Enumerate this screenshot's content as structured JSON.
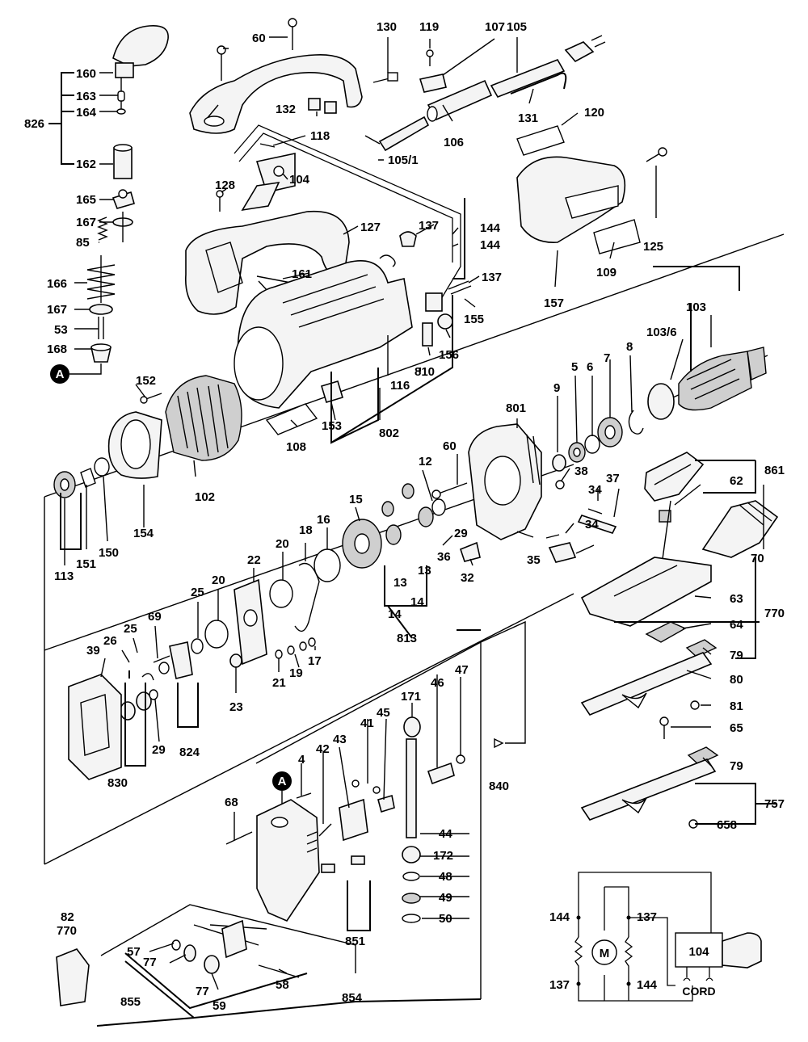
{
  "callouts": {
    "c160": "160",
    "c163": "163",
    "c164": "164",
    "c826": "826",
    "c162": "162",
    "c165": "165",
    "c167a": "167",
    "c85": "85",
    "c166": "166",
    "c167b": "167",
    "c53": "53",
    "c168": "168",
    "c60a": "60",
    "c130": "130",
    "c119": "119",
    "c107": "107",
    "c105": "105",
    "c132": "132",
    "c118": "118",
    "c106": "106",
    "c105_1": "105/1",
    "c131": "131",
    "c120": "120",
    "c104": "104",
    "c128": "128",
    "c125": "125",
    "c127": "127",
    "c137a": "137",
    "c144a": "144",
    "c144b": "144",
    "c137b": "137",
    "c161": "161",
    "c109": "109",
    "c157": "157",
    "c103": "103",
    "c103_6": "103/6",
    "c152": "152",
    "c116": "116",
    "c810": "810",
    "c156": "156",
    "c155": "155",
    "c153": "153",
    "c108": "108",
    "c802": "802",
    "c102": "102",
    "c9": "9",
    "c5": "5",
    "c6": "6",
    "c7": "7",
    "c8": "8",
    "c801": "801",
    "c60b": "60",
    "c12": "12",
    "c38": "38",
    "c861": "861",
    "c62": "62",
    "c34a": "34",
    "c37": "37",
    "c34b": "34",
    "c70": "70",
    "c113": "113",
    "c151": "151",
    "c150": "150",
    "c154": "154",
    "c15": "15",
    "c16": "16",
    "c18": "18",
    "c20a": "20",
    "c22": "22",
    "c29a": "29",
    "c36": "36",
    "c35": "35",
    "c32": "32",
    "c13a": "13",
    "c13b": "13",
    "c14a": "14",
    "c14b": "14",
    "c813": "813",
    "c25a": "25",
    "c20b": "20",
    "c69": "69",
    "c25b": "25",
    "c26": "26",
    "c39": "39",
    "c21": "21",
    "c19": "19",
    "c17": "17",
    "c23": "23",
    "c29b": "29",
    "c824": "824",
    "c830": "830",
    "c63": "63",
    "c770a": "770",
    "c64": "64",
    "c79a": "79",
    "c80": "80",
    "c81": "81",
    "c65": "65",
    "c47": "47",
    "c46": "46",
    "c171": "171",
    "c45": "45",
    "c41": "41",
    "c43": "43",
    "c42": "42",
    "c4": "4",
    "c840": "840",
    "c68": "68",
    "c44": "44",
    "c172": "172",
    "c48": "48",
    "c49": "49",
    "c50": "50",
    "c79b": "79",
    "c757": "757",
    "c658": "658",
    "c851": "851",
    "c82": "82",
    "c770b": "770",
    "c57": "57",
    "c77a": "77",
    "c855": "855",
    "c77b": "77",
    "c59": "59",
    "c58": "58",
    "c854": "854"
  },
  "markers": {
    "a1": "A",
    "a2": "A"
  },
  "schematic": {
    "w144a": "144",
    "w137a": "137",
    "w137b": "137",
    "w144b": "144",
    "motor": "M",
    "switch": "104",
    "cord": "CORD"
  }
}
